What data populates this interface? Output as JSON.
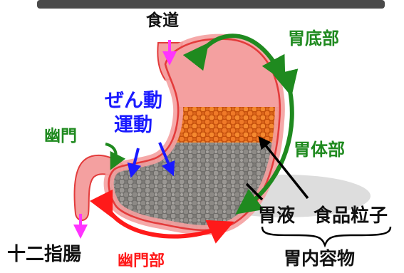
{
  "labels": {
    "esophagus": "食道",
    "fundus": "胃底部",
    "peristalsis_line1": "ぜん動",
    "peristalsis_line2": "運動",
    "pylorus": "幽門",
    "body": "胃体部",
    "gastric_juice": "胃液",
    "food_particles": "食品粒子",
    "gastric_contents": "胃内容物",
    "duodenum": "十二指腸",
    "pyloric_region": "幽門部"
  },
  "colors": {
    "stomach_wall": "#f4a0a0",
    "stomach_outline": "#e33b3b",
    "food_particles": "#e86a1a",
    "gastric_juice": "#8c8a86",
    "green_arrow": "#1f8a1f",
    "red_arrow": "#ff1a1a",
    "blue_arrow": "#1a1aff",
    "magenta_arrow": "#ff33ff",
    "top_bar": "#4a4a4a"
  },
  "icons": {
    "fundus_arrow": "double-arrow-icon",
    "body_arrow": "double-arrow-icon",
    "pyloric_arrow": "double-arrow-icon",
    "peristalsis_arrows": "arrow-down-icon",
    "esophagus_arrow": "arrow-down-icon",
    "duodenum_arrow": "arrow-down-icon",
    "pylorus_arrow": "arrow-icon",
    "contents_brace": "curly-brace-icon"
  }
}
